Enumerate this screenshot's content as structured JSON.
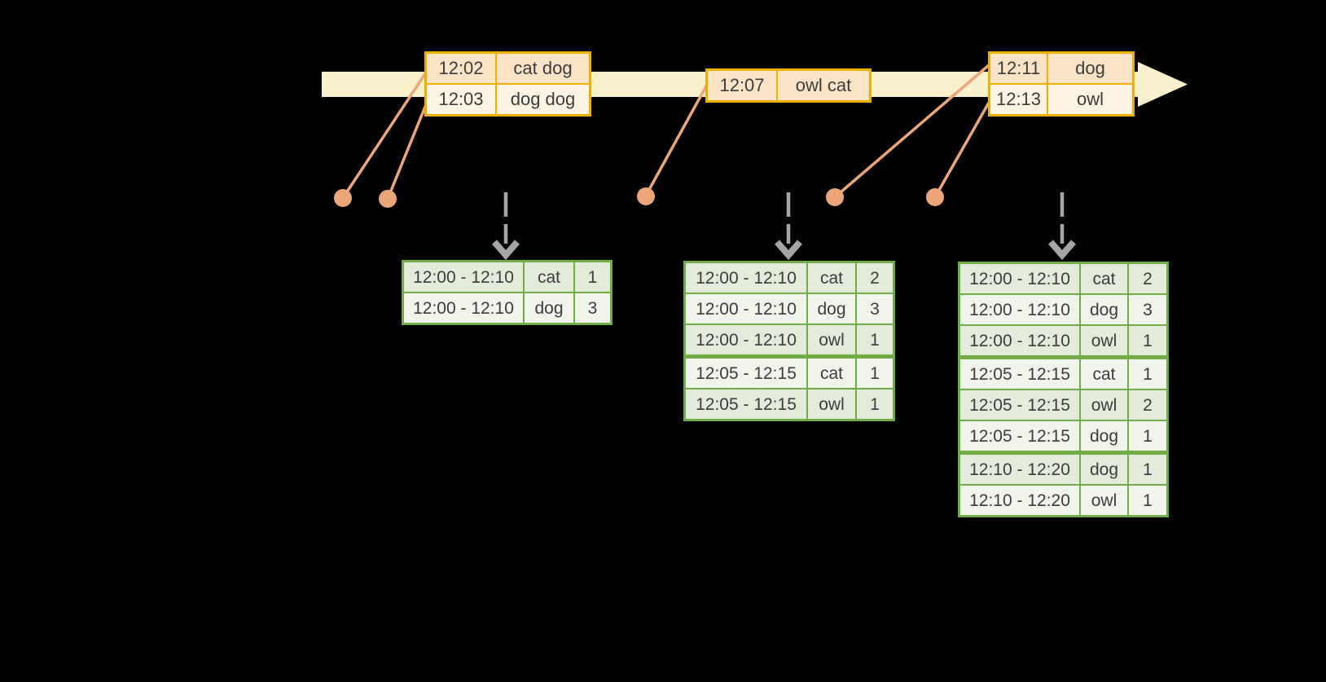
{
  "colors": {
    "background": "#000000",
    "timeline_fill": "#FAF0CC",
    "event_border": "#F0AE00",
    "event_row_dark": "#FBE4C5",
    "event_row_light": "#FDF4E4",
    "connector": "#EDA679",
    "trigger_arrow": "#A6A6A6",
    "result_border": "#70AD47",
    "result_row_dark": "#E3ECDA",
    "result_row_light": "#F0F4EB",
    "text": "#3C3C3C"
  },
  "event_tables": [
    {
      "rows": [
        {
          "time": "12:02",
          "words": "cat dog"
        },
        {
          "time": "12:03",
          "words": "dog dog"
        }
      ]
    },
    {
      "rows": [
        {
          "time": "12:07",
          "words": "owl cat"
        }
      ]
    },
    {
      "rows": [
        {
          "time": "12:11",
          "words": "dog"
        },
        {
          "time": "12:13",
          "words": "owl"
        }
      ]
    }
  ],
  "result_tables": [
    {
      "rows": [
        {
          "window": "12:00 - 12:10",
          "word": "cat",
          "count": "1"
        },
        {
          "window": "12:00 - 12:10",
          "word": "dog",
          "count": "3"
        }
      ]
    },
    {
      "rows": [
        {
          "window": "12:00 - 12:10",
          "word": "cat",
          "count": "2"
        },
        {
          "window": "12:00 - 12:10",
          "word": "dog",
          "count": "3"
        },
        {
          "window": "12:00 - 12:10",
          "word": "owl",
          "count": "1"
        },
        {
          "window": "12:05 - 12:15",
          "word": "cat",
          "count": "1"
        },
        {
          "window": "12:05 - 12:15",
          "word": "owl",
          "count": "1"
        }
      ]
    },
    {
      "rows": [
        {
          "window": "12:00 - 12:10",
          "word": "cat",
          "count": "2"
        },
        {
          "window": "12:00 - 12:10",
          "word": "dog",
          "count": "3"
        },
        {
          "window": "12:00 - 12:10",
          "word": "owl",
          "count": "1"
        },
        {
          "window": "12:05 - 12:15",
          "word": "cat",
          "count": "1"
        },
        {
          "window": "12:05 - 12:15",
          "word": "owl",
          "count": "2"
        },
        {
          "window": "12:05 - 12:15",
          "word": "dog",
          "count": "1"
        },
        {
          "window": "12:10 - 12:20",
          "word": "dog",
          "count": "1"
        },
        {
          "window": "12:10 - 12:20",
          "word": "owl",
          "count": "1"
        }
      ]
    }
  ]
}
